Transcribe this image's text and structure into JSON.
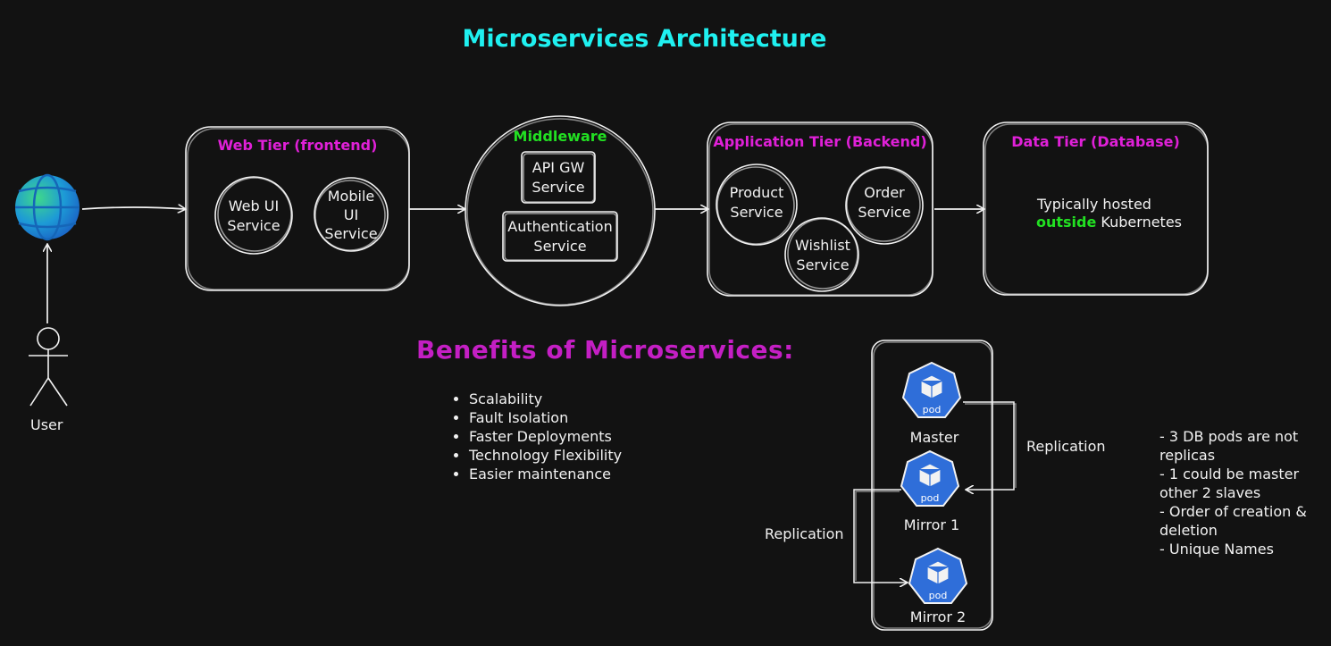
{
  "title": "Microservices Architecture",
  "user_label": "User",
  "web_tier": {
    "title": "Web Tier (frontend)",
    "services": [
      "Web UI\nService",
      "Mobile\nUI\nService"
    ]
  },
  "middleware": {
    "title": "Middleware",
    "services": [
      "API GW\nService",
      "Authentication\nService"
    ]
  },
  "app_tier": {
    "title": "Application Tier (Backend)",
    "services": [
      "Product\nService",
      "Order\nService",
      "Wishlist\nService"
    ]
  },
  "data_tier": {
    "title": "Data Tier (Database)",
    "line1": "Typically hosted",
    "highlight": "outside",
    "line2_rest": " Kubernetes"
  },
  "benefits": {
    "title": "Benefits of Microservices:",
    "items": [
      "Scalability",
      "Fault Isolation",
      "Faster Deployments",
      "Technology Flexibility",
      "Easier maintenance"
    ]
  },
  "pods": {
    "icon_label": "pod",
    "names": [
      "Master",
      "Mirror 1",
      "Mirror 2"
    ],
    "replication_label": "Replication"
  },
  "notes": [
    "- 3 DB pods are not replicas",
    "- 1 could be master other 2 slaves",
    "- Order of creation & deletion",
    "- Unique Names"
  ],
  "colors": {
    "title": "#1ff0f0",
    "tier_header": "#e020d8",
    "middleware_header": "#22e022",
    "benefits_title": "#c41fc4",
    "pod": "#2f6ed9",
    "highlight": "#22e022"
  }
}
